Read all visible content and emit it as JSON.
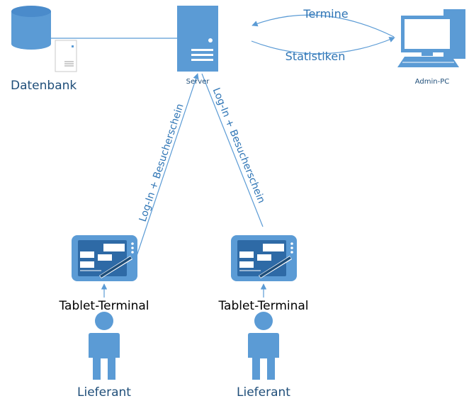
{
  "nodes": {
    "database": {
      "label": "Datenbank",
      "icon": "database-icon"
    },
    "server": {
      "label": "Server",
      "icon": "server-tower-icon"
    },
    "admin_pc": {
      "label": "Admin-PC",
      "icon": "desktop-computer-icon"
    },
    "tablet_1": {
      "label": "Tablet-Terminal",
      "icon": "tablet-icon"
    },
    "tablet_2": {
      "label": "Tablet-Terminal",
      "icon": "tablet-icon"
    },
    "supplier_1": {
      "label": "Lieferant",
      "icon": "person-icon"
    },
    "supplier_2": {
      "label": "Lieferant",
      "icon": "person-icon"
    }
  },
  "edges": {
    "server_to_admin": "Statistiken",
    "admin_to_server": "Termine",
    "tablet_1_to_server": "Log-In + Besucherschein",
    "tablet_2_to_server": "Log-In + Besucherschein"
  },
  "colors": {
    "icon_fill": "#5b9bd5",
    "icon_dark": "#2e6aa6",
    "line": "#5b9bd5",
    "label_blue": "#1f4e79",
    "edge_label": "#2f75b5"
  }
}
